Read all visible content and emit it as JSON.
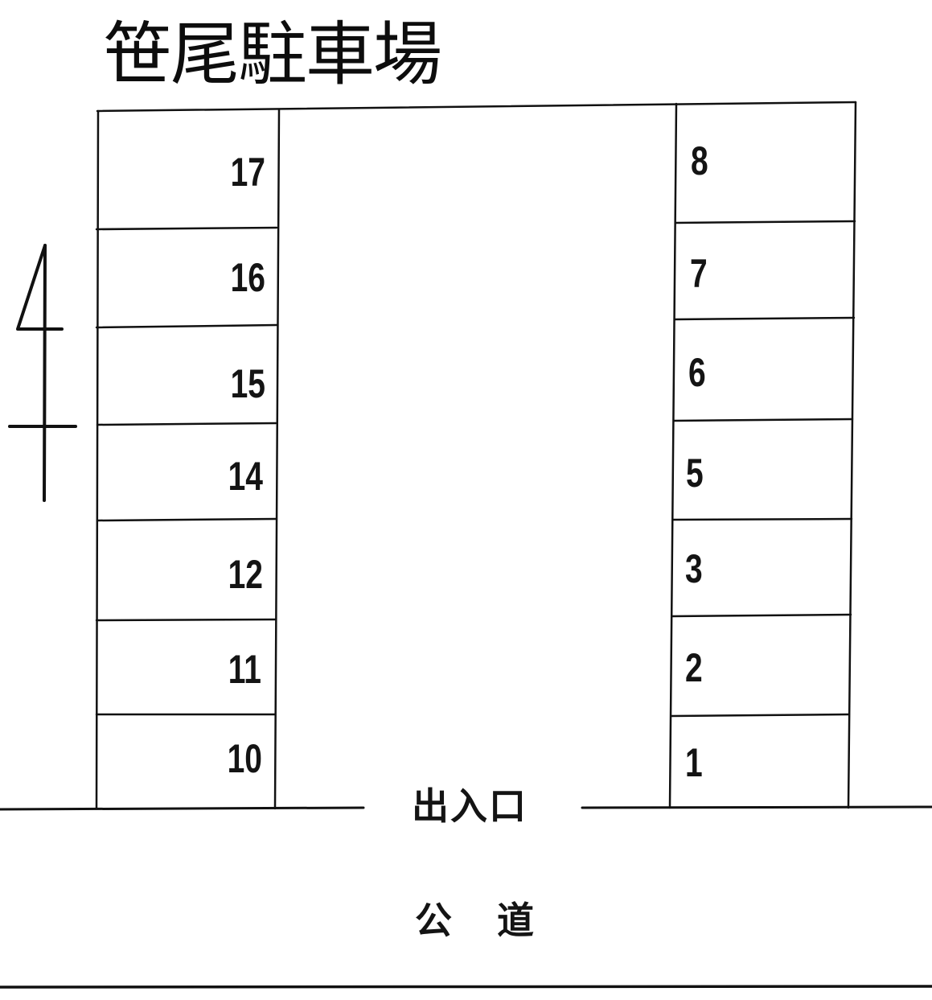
{
  "title": "笹尾駐車場",
  "north_arrow": {
    "icon": "north-arrow-icon"
  },
  "parking_lot": {
    "left_column": [
      {
        "number": "17"
      },
      {
        "number": "16"
      },
      {
        "number": "15"
      },
      {
        "number": "14"
      },
      {
        "number": "12"
      },
      {
        "number": "11"
      },
      {
        "number": "10"
      }
    ],
    "right_column": [
      {
        "number": "8"
      },
      {
        "number": "7"
      },
      {
        "number": "6"
      },
      {
        "number": "5"
      },
      {
        "number": "3"
      },
      {
        "number": "2"
      },
      {
        "number": "1"
      }
    ],
    "entrance_label": "出入口"
  },
  "road": {
    "label_1": "公",
    "label_2": "道"
  },
  "colors": {
    "line": "#111111",
    "background": "#ffffff"
  }
}
